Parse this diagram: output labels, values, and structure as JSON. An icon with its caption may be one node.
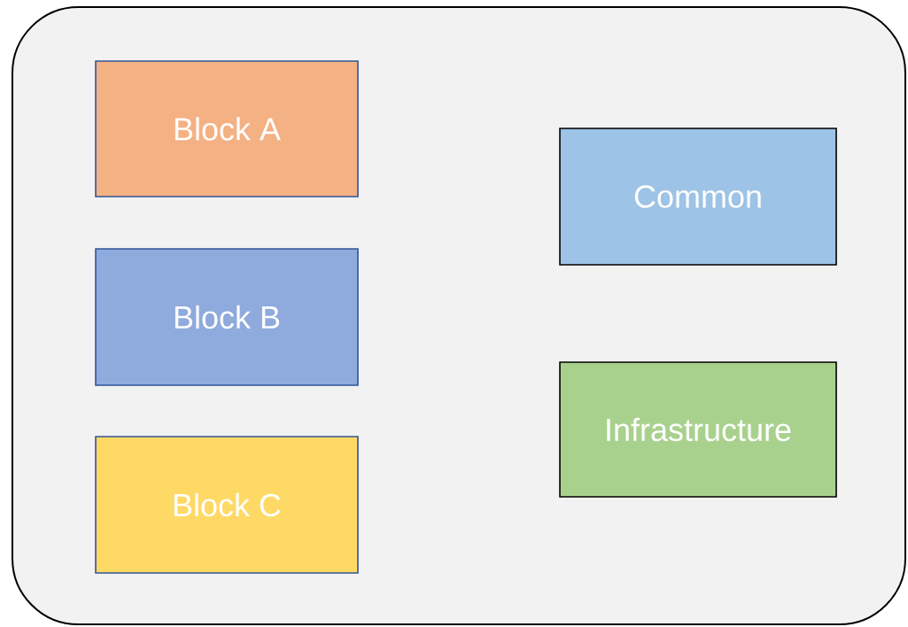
{
  "diagram": {
    "nodes": [
      {
        "text": [],
        "shape": "box"
      },
      {
        "text": [
          "Block A"
        ],
        "in": 0
      },
      {
        "text": [
          "Block B"
        ],
        "in": 0
      },
      {
        "text": [
          "Block C"
        ],
        "in": 0
      },
      {
        "text": [
          "Common"
        ],
        "in": 0
      },
      {
        "text": [
          "Infrastructure"
        ],
        "in": 0
      }
    ],
    "edges": []
  }
}
